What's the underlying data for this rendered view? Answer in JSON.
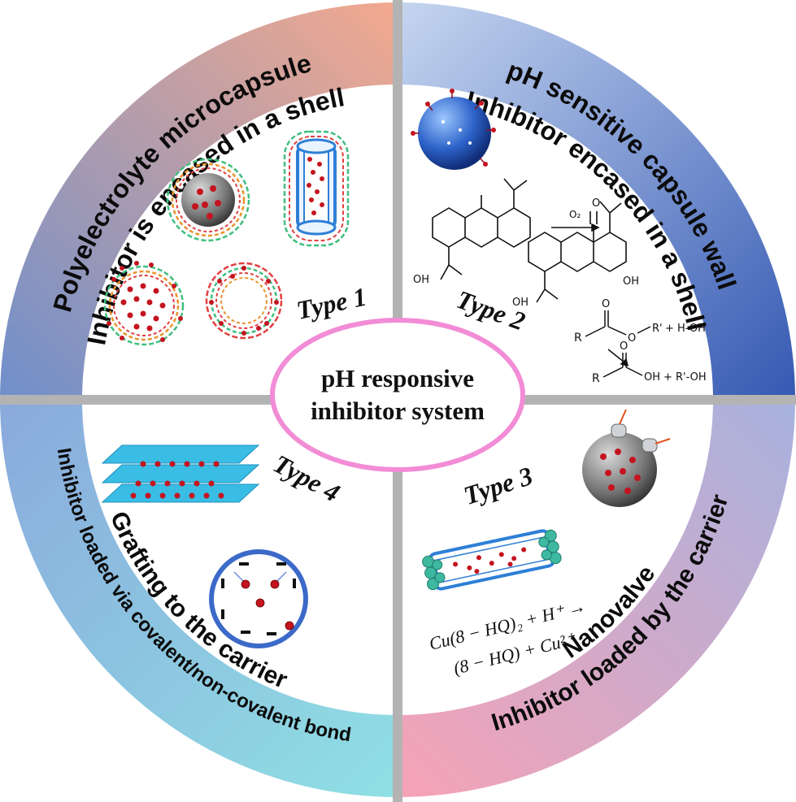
{
  "center": {
    "line1": "pH responsive",
    "line2": "inhibitor system"
  },
  "quadrants": {
    "type1": {
      "label": "Type 1",
      "title1": "Polyelectrolyte microcapsule",
      "title2": "Inhibitor  is encased in a shell",
      "gradient": [
        "#7b98c9",
        "#f2a990"
      ]
    },
    "type2": {
      "label": "Type 2",
      "title1": "pH sensitive capsule wall",
      "title2": "Inhibitor encased in a shell",
      "gradient": [
        "#bcd0ee",
        "#3d63b8"
      ],
      "chem": {
        "o2": "O₂",
        "oh": "OH",
        "acid": "OH",
        "r": "R",
        "o": "O",
        "rprime": "R'",
        "hoh": "+ H-OH",
        "oh2": "OH",
        "plus_roh": "+ R'-OH"
      }
    },
    "type3": {
      "label": "Type 3",
      "title1": "Nanovalve",
      "title2": "Inhibitor loaded by the carrier",
      "gradient": [
        "#f4a6ba",
        "#9fb0de"
      ],
      "eq1": "Cu(8 − HQ)₂ + H⁺ →",
      "eq2": "(8 − HQ) + Cu²⁺"
    },
    "type4": {
      "label": "Type 4",
      "title1": "Grafting  to the carrier",
      "title2": "Inhibitor loaded via covalent/non-covalent bond",
      "gradient": [
        "#8fb1df",
        "#86d8e3"
      ]
    }
  },
  "colors": {
    "divider": "#b3b3b3",
    "center_ring": "#f28cd6",
    "dot": "#c4141f"
  }
}
